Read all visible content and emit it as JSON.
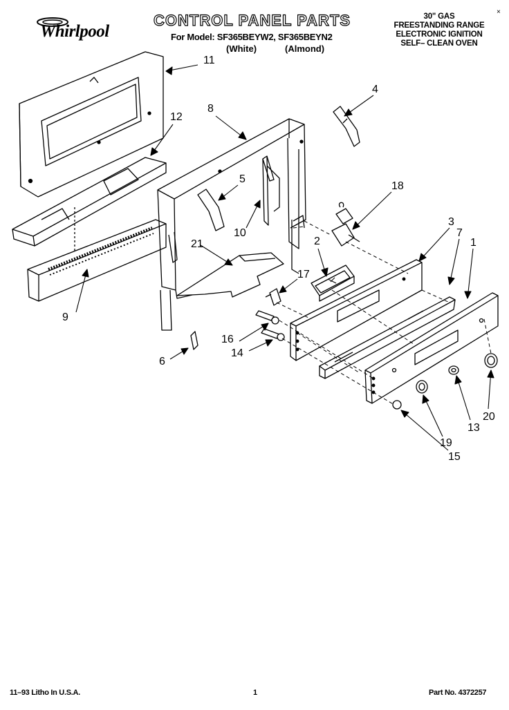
{
  "header": {
    "brand": "Whirlpool",
    "title": "CONTROL PANEL PARTS",
    "model_line": "For Model: SF365BEYW2, SF365BEYN2",
    "color_white": "(White)",
    "color_almond": "(Almond)",
    "description": [
      "30\" GAS",
      "FREESTANDING RANGE",
      "ELECTRONIC IGNITION",
      "SELF– CLEAN OVEN"
    ],
    "corner_mark": "×"
  },
  "callouts": {
    "p1": "1",
    "p2": "2",
    "p3": "3",
    "p4": "4",
    "p5": "5",
    "p6": "6",
    "p7": "7",
    "p8": "8",
    "p9": "9",
    "p10": "10",
    "p11": "11",
    "p12": "12",
    "p13": "13",
    "p14": "14",
    "p15": "15",
    "p16": "16",
    "p17": "17",
    "p18": "18",
    "p19": "19",
    "p20": "20",
    "p21": "21"
  },
  "footer": {
    "left": "11–93 Litho In U.S.A.",
    "page": "1",
    "part_no": "Part No. 4372257"
  }
}
